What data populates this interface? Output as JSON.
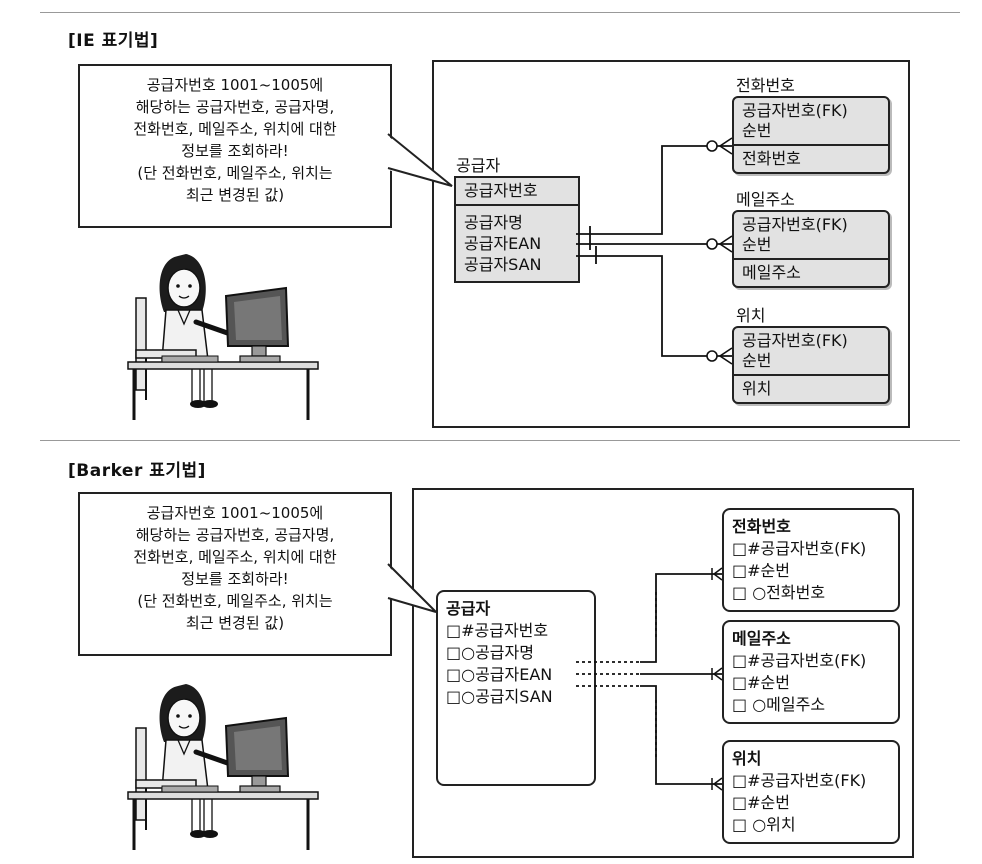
{
  "ie": {
    "section_title": "[IE 표기법]",
    "bubble_lines": [
      "공급자번호 1001~1005에",
      "해당하는 공급자번호, 공급자명,",
      "전화번호, 메일주소, 위치에 대한",
      "정보를 조회하라!",
      "(단 전화번호, 메일주소, 위치는",
      "최근 변경된 값)"
    ],
    "supplier": {
      "label": "공급자",
      "key": "공급자번호",
      "attrs": [
        "공급자명",
        "공급자EAN",
        "공급자SAN"
      ]
    },
    "entities": [
      {
        "label": "전화번호",
        "keys": [
          "공급자번호(FK)",
          "순번"
        ],
        "attr": "전화번호"
      },
      {
        "label": "메일주소",
        "keys": [
          "공급자번호(FK)",
          "순번"
        ],
        "attr": "메일주소"
      },
      {
        "label": "위치",
        "keys": [
          "공급자번호(FK)",
          "순번"
        ],
        "attr": "위치"
      }
    ]
  },
  "barker": {
    "section_title": "[Barker 표기법]",
    "bubble_lines": [
      "공급자번호 1001~1005에",
      "해당하는 공급자번호, 공급자명,",
      "전화번호, 메일주소, 위치에 대한",
      "정보를 조회하라!",
      "(단 전화번호, 메일주소, 위치는",
      "최근 변경된 값)"
    ],
    "supplier": {
      "title": "공급자",
      "lines": [
        "□#공급자번호",
        "□○공급자명",
        "□○공급자EAN",
        "□○공급지SAN"
      ]
    },
    "entities": [
      {
        "title": "전화번호",
        "lines": [
          "□#공급자번호(FK)",
          "□#순번",
          "□ ○전화번호"
        ]
      },
      {
        "title": "메일주소",
        "lines": [
          "□#공급자번호(FK)",
          "□#순번",
          "□ ○메일주소"
        ]
      },
      {
        "title": "위치",
        "lines": [
          "□#공급자번호(FK)",
          "□#순번",
          "□ ○위치"
        ]
      }
    ]
  }
}
